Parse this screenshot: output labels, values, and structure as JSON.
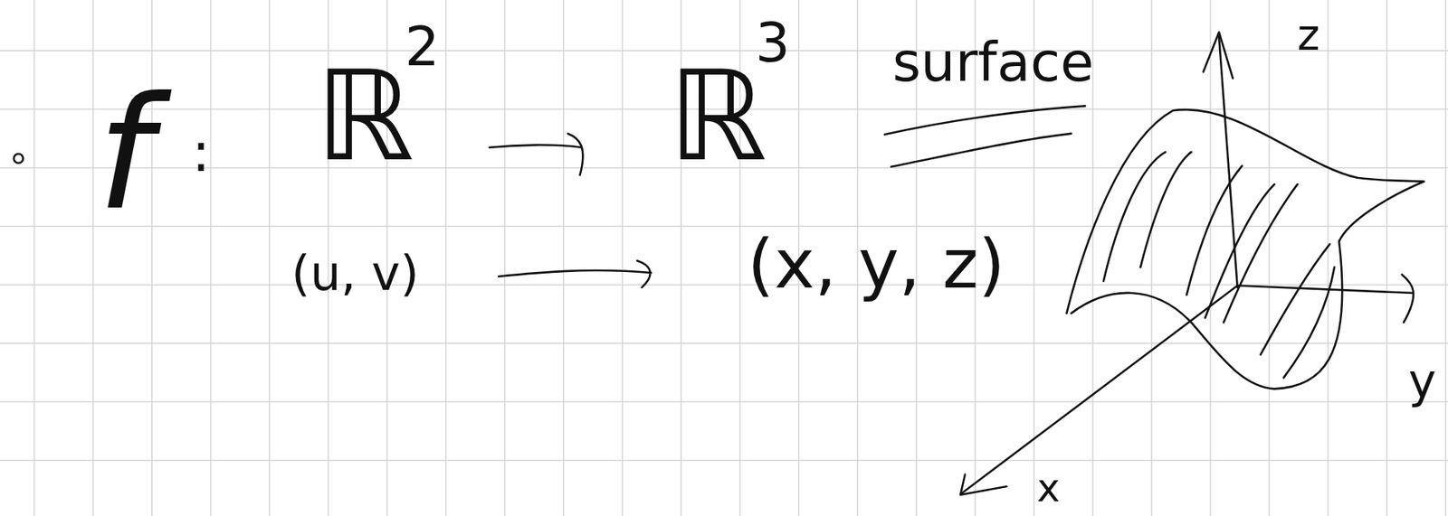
{
  "diagram": {
    "labels": [
      "f",
      ":",
      "ℝ",
      "2",
      "ℝ",
      "3",
      "surface",
      "(u, v)",
      "(x, y, z)",
      "z",
      "y",
      "x"
    ]
  }
}
